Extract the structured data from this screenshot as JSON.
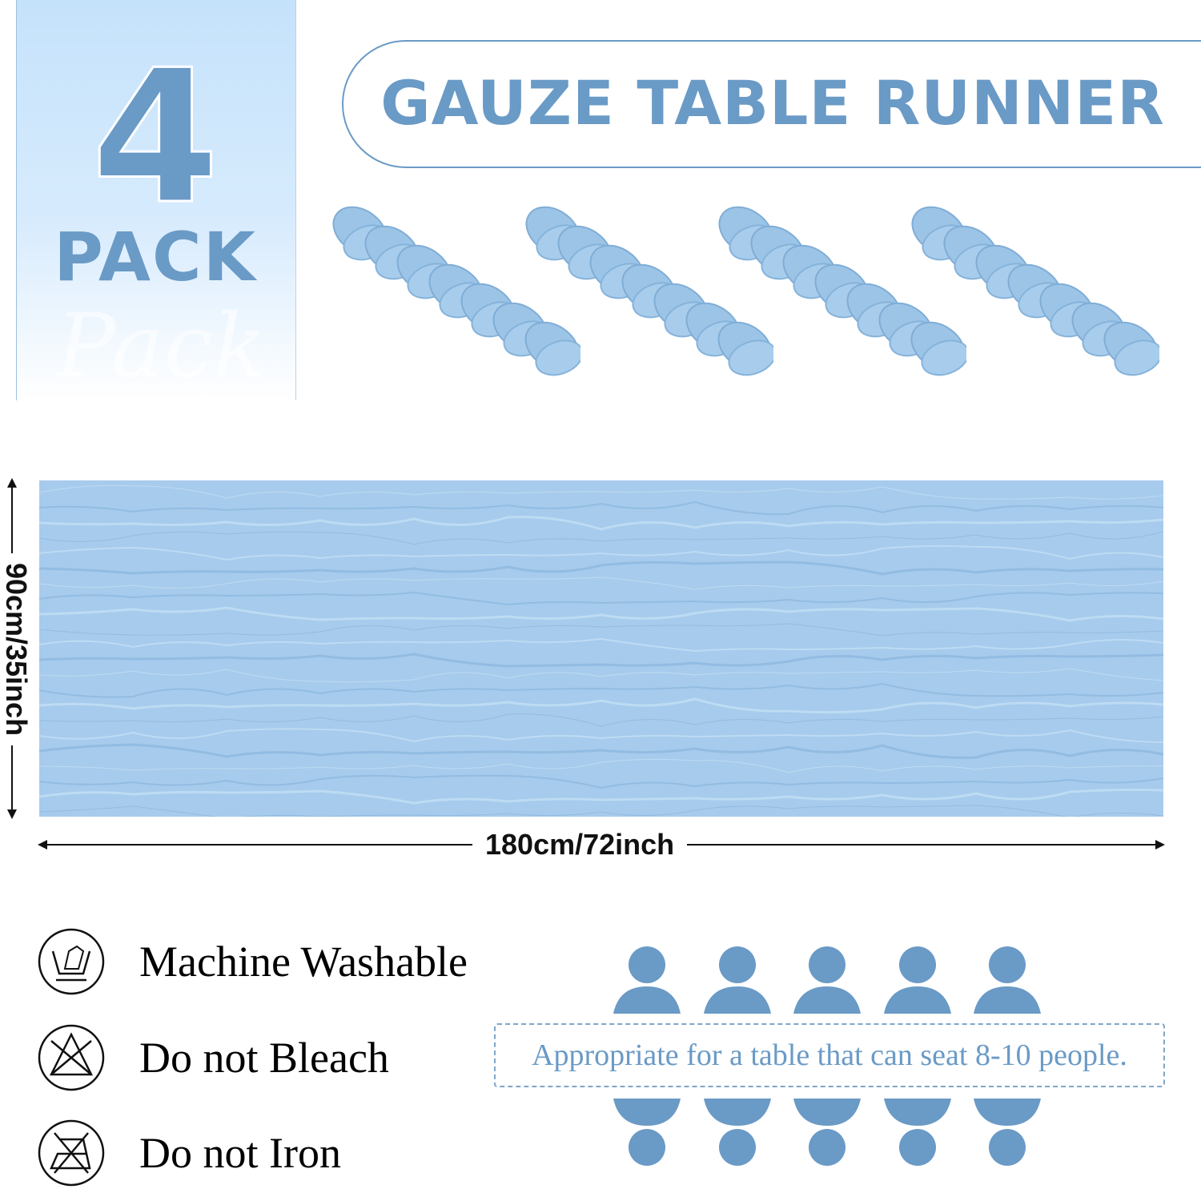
{
  "badge": {
    "number": "4",
    "label": "PACK",
    "script_watermark": "Pack"
  },
  "title": "GAUZE TABLE RUNNER",
  "product_count": 4,
  "dimensions": {
    "height": "90cm/35inch",
    "width": "180cm/72inch"
  },
  "care": [
    {
      "icon": "hand-wash-icon",
      "label": "Machine Washable"
    },
    {
      "icon": "no-bleach-icon",
      "label": "Do not Bleach"
    },
    {
      "icon": "no-iron-icon",
      "label": "Do not Iron"
    }
  ],
  "seating": {
    "text": "Appropriate for a table that can seat 8-10 people.",
    "people_per_side": 5
  },
  "colors": {
    "accent": "#6a9ac6",
    "fabric": "#a7cbec"
  }
}
